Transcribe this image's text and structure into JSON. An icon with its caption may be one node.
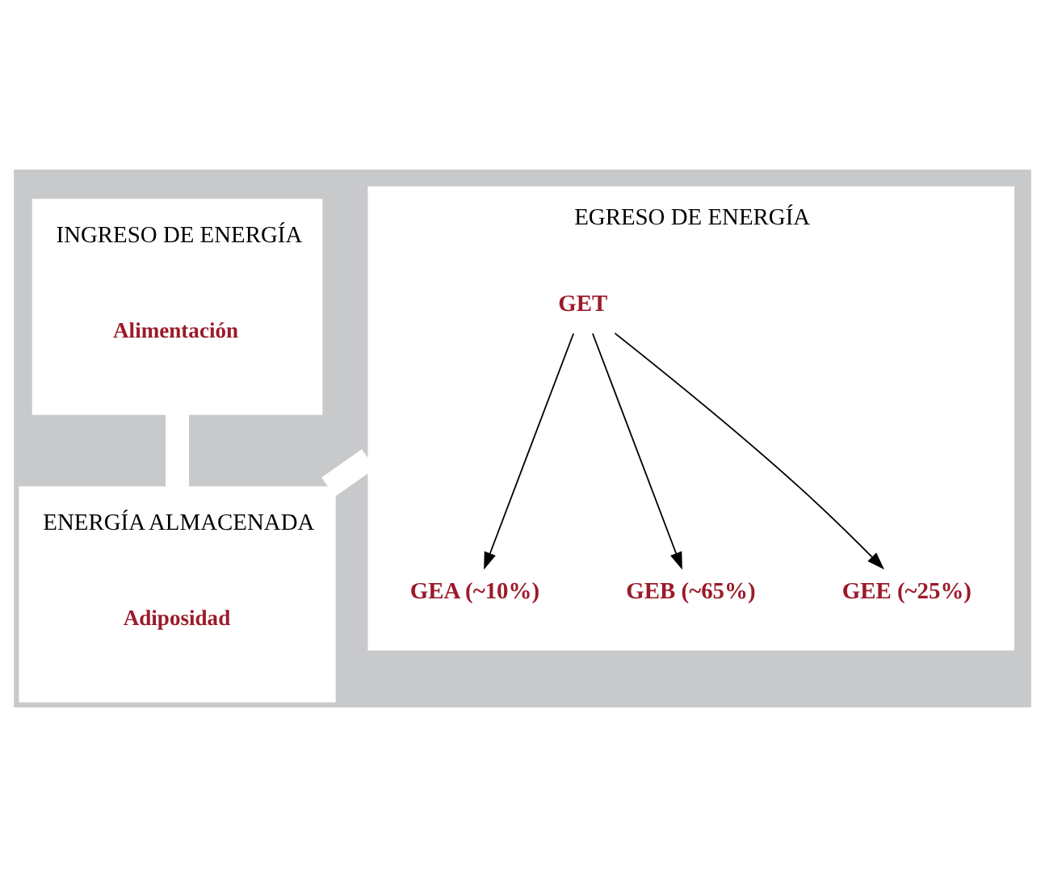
{
  "diagram": {
    "nodes": [
      {
        "text": [
          "INGRESO DE ENERGÍA",
          "Alimentación"
        ]
      },
      {
        "text": [
          "EGRESO DE ENERGÍA"
        ]
      },
      {
        "text": [
          "GET"
        ],
        "in": 1
      },
      {
        "text": [
          "GEA (~10%)"
        ],
        "in": 1
      },
      {
        "text": [
          "GEB (~65%)"
        ],
        "in": 1
      },
      {
        "text": [
          "GEE (~25%)"
        ],
        "in": 1
      },
      {
        "text": [
          "ENERGÍA ALMACENADA",
          "Adiposidad"
        ]
      }
    ],
    "edges": [
      {
        "from": 2,
        "to": 3,
        "arrow": "to"
      },
      {
        "from": 2,
        "to": 4,
        "arrow": "to"
      },
      {
        "from": 2,
        "to": 5,
        "arrow": "to"
      },
      {
        "from": 0,
        "to": 6,
        "arrow": "none",
        "style": "thick",
        "color": "#ffffff"
      },
      {
        "from": 1,
        "to": 6,
        "arrow": "none",
        "style": "thick",
        "color": "#ffffff"
      }
    ]
  }
}
